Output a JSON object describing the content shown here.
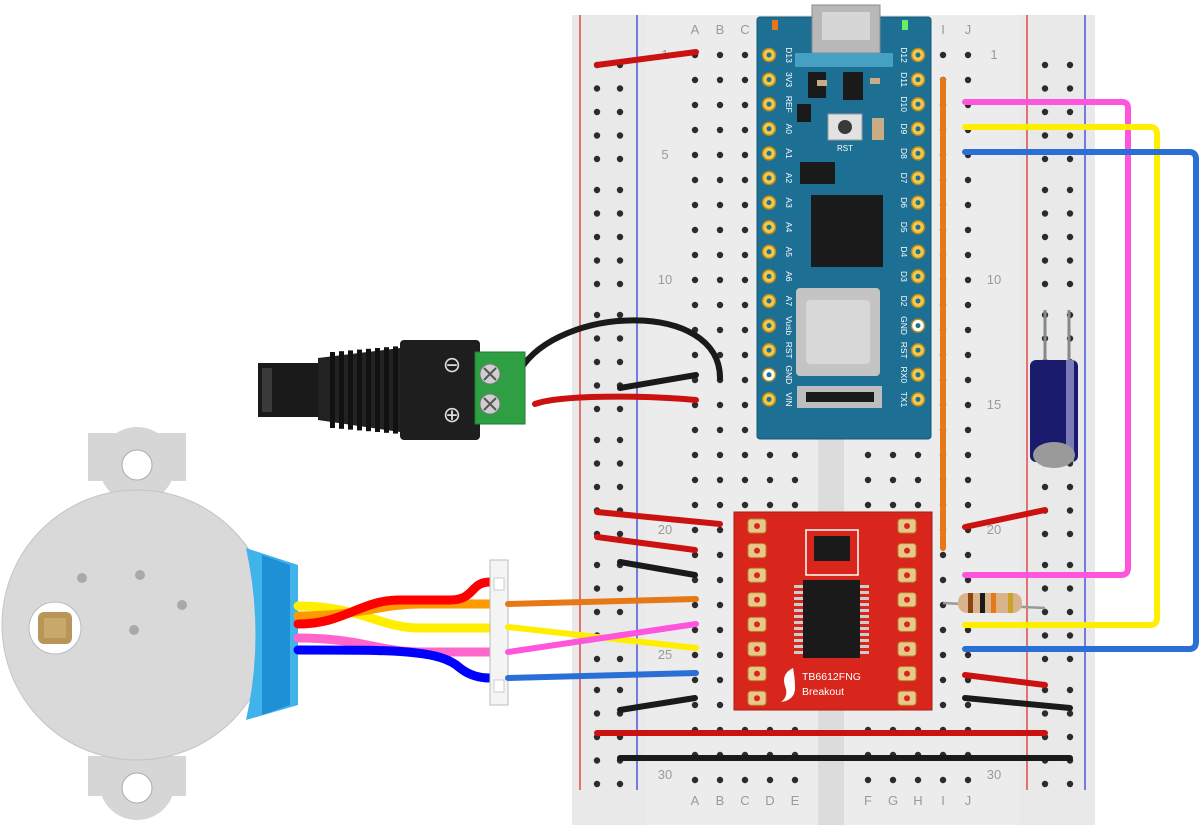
{
  "breadboard": {
    "column_labels": [
      "A",
      "B",
      "C",
      "D",
      "E",
      "F",
      "G",
      "H",
      "I",
      "J"
    ],
    "row_numbers": [
      "1",
      "5",
      "10",
      "15",
      "20",
      "25",
      "30"
    ]
  },
  "arduino": {
    "left_pins": [
      "D13",
      "3V3",
      "REF",
      "A0",
      "A1",
      "A2",
      "A3",
      "A4",
      "A5",
      "A6",
      "A7",
      "Vusb",
      "RST",
      "GND",
      "VIN"
    ],
    "right_pins": [
      "D12",
      "D11",
      "D10",
      "D9",
      "D8",
      "D7",
      "D6",
      "D5",
      "D4",
      "D3",
      "D2",
      "GND",
      "RST",
      "RX0",
      "TX1"
    ],
    "reset_label": "RST",
    "board_color": "#1d6f93"
  },
  "driver": {
    "name": "TB6612FNG",
    "subtitle": "Breakout",
    "board_color": "#d9261c"
  },
  "power_jack": {
    "minus_symbol": "⊖",
    "plus_symbol": "⊕"
  },
  "stepper_wire_colors": [
    "#ffee00",
    "#ff9900",
    "#ff0000",
    "#ff66cc",
    "#0000ff"
  ],
  "wire_colors": {
    "red": "#cc1111",
    "black": "#1a1a1a",
    "orange": "#e67817",
    "yellow": "#ffee00",
    "pink": "#ff55dd",
    "blue": "#2a6fd6"
  }
}
